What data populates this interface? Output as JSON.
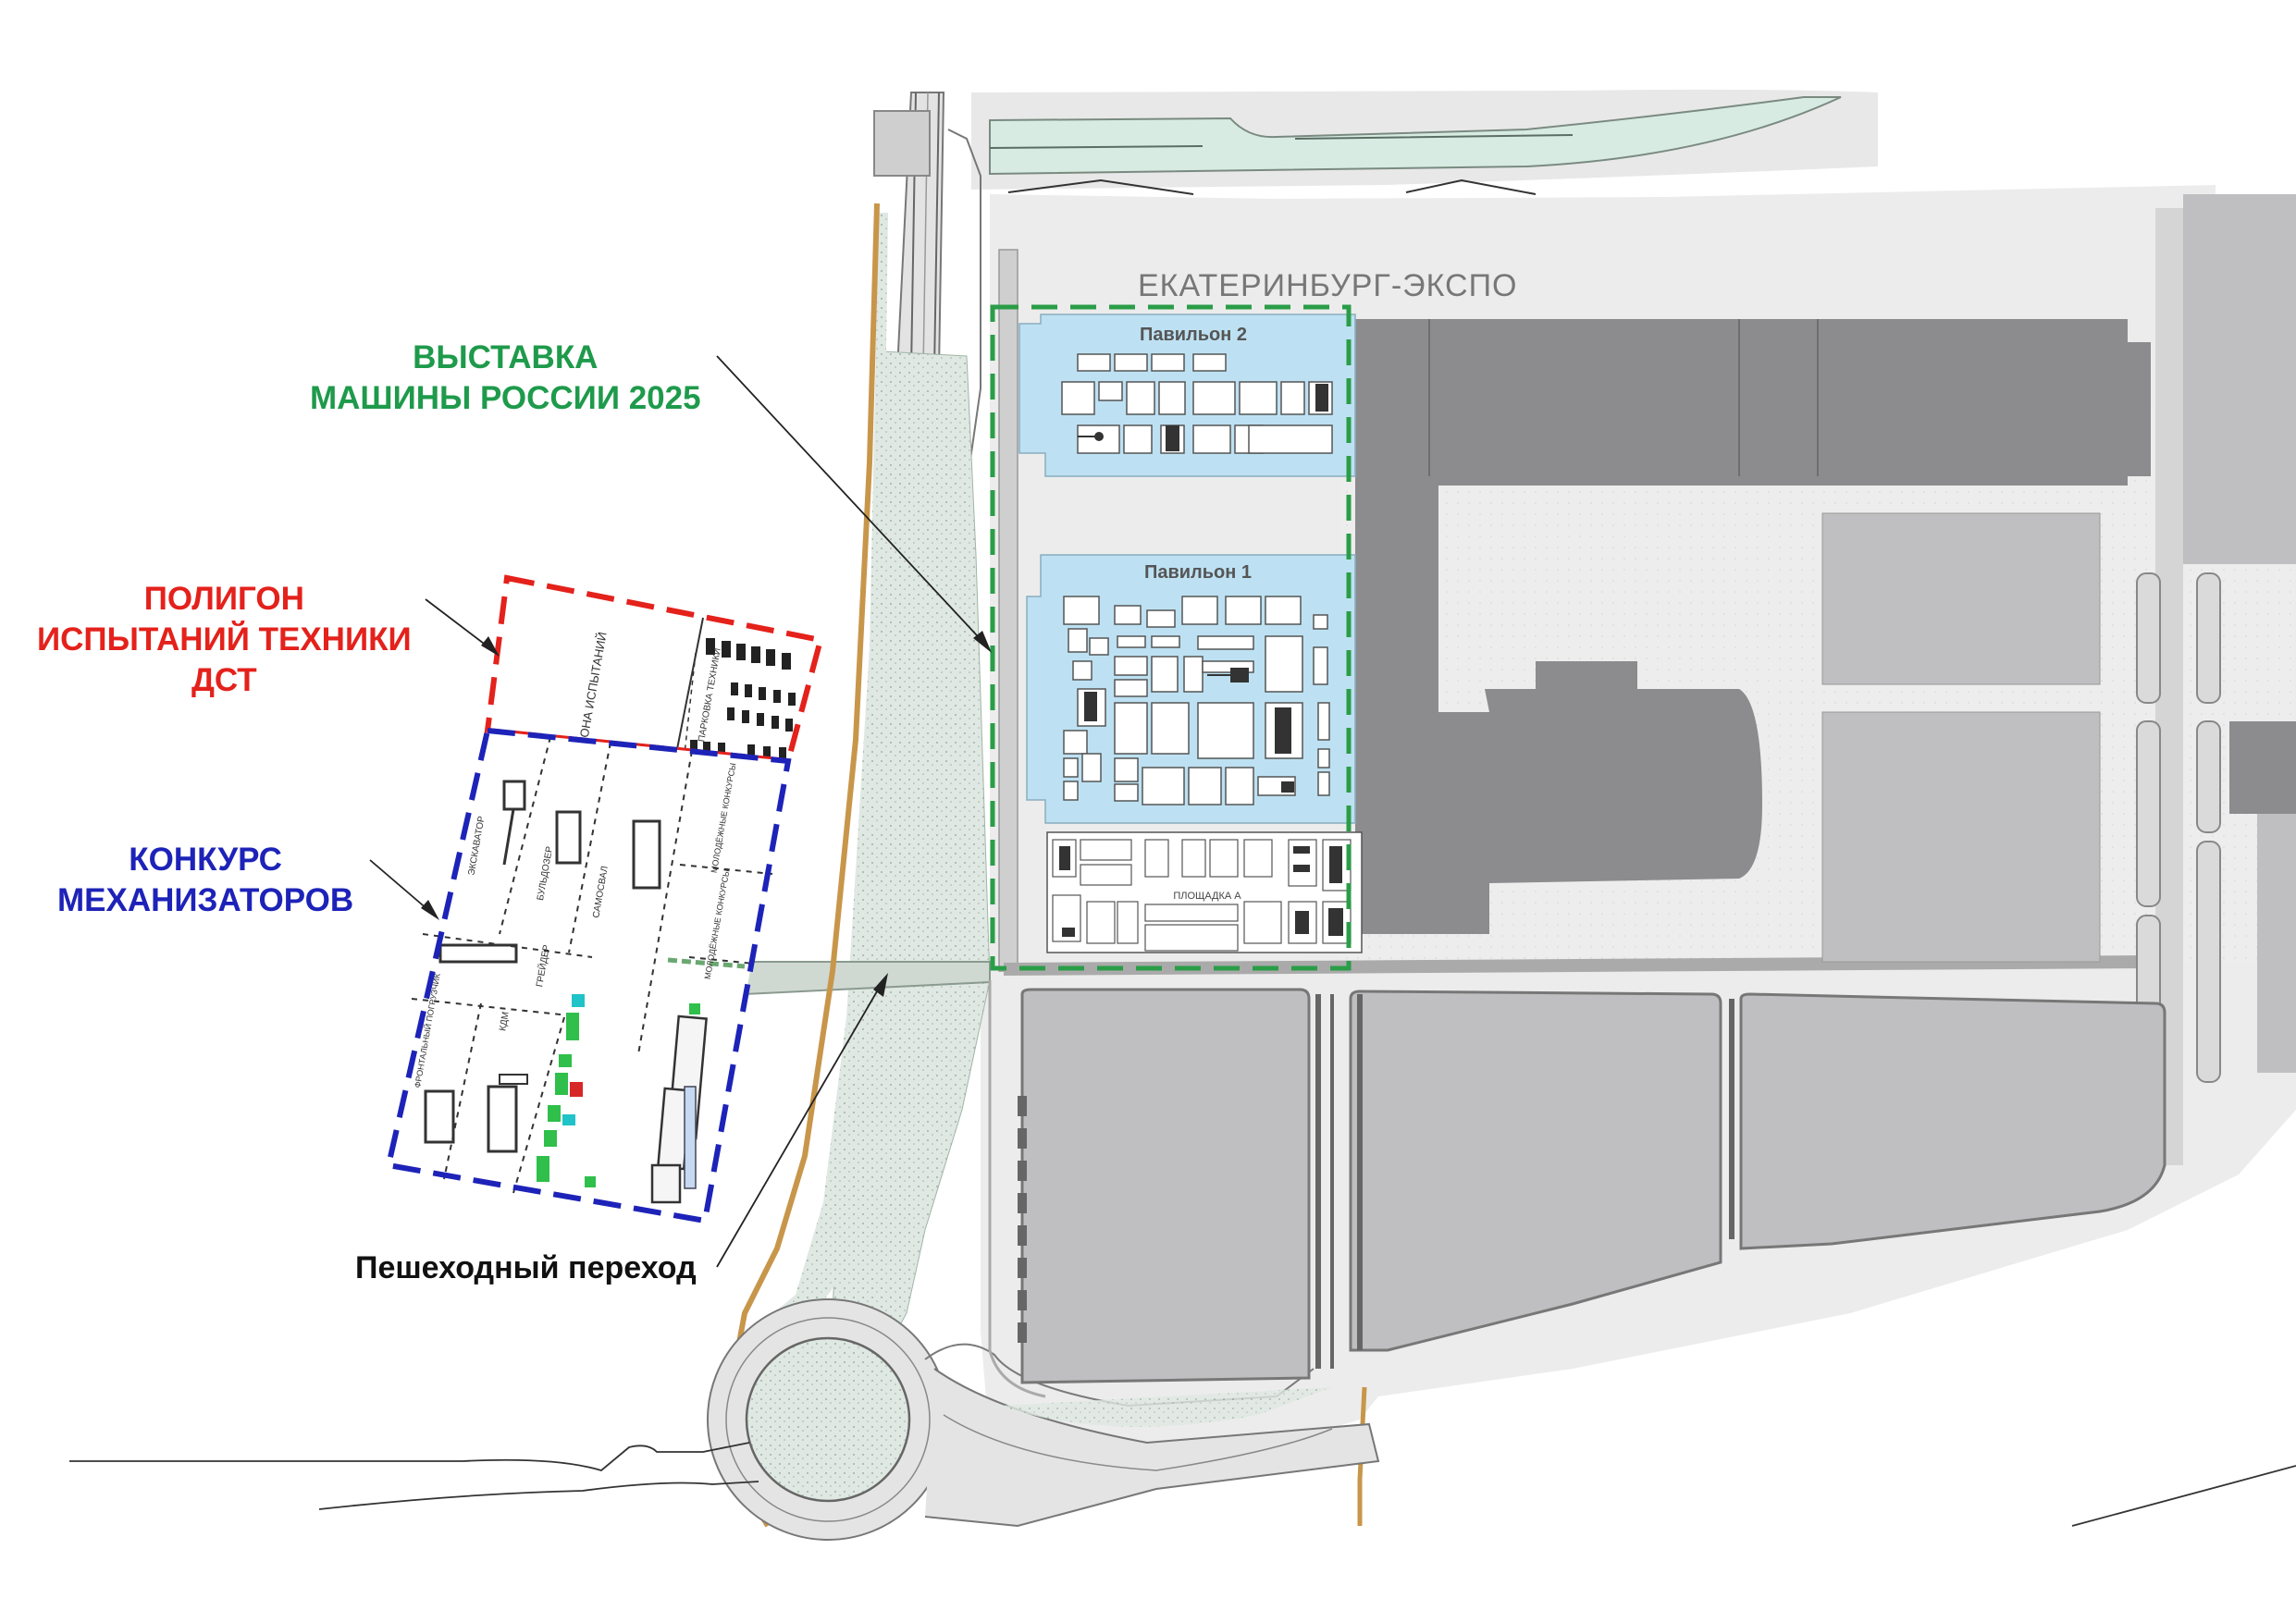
{
  "labels": {
    "expo": "ЕКАТЕРИНБУРГ-ЭКСПО",
    "exhibition": [
      "ВЫСТАВКА",
      "МАШИНЫ РОССИИ 2025"
    ],
    "polygon": [
      "ПОЛИГОН",
      "ИСПЫТАНИЙ ТЕХНИКИ",
      "ДСТ"
    ],
    "contest": [
      "КОНКУРС",
      "МЕХАНИЗАТОРОВ"
    ],
    "crossing": "Пешеходный переход",
    "pavilion2": "Павильон 2",
    "pavilion1": "Павильон 1",
    "site_a": "ПЛОЩАДКА А"
  },
  "site_labels": {
    "test_zone": "ЗОНА ИСПЫТАНИЙ",
    "parking": "ПАРКОВКА ТЕХНИКИ",
    "excavator": "ЭКСКАВАТОР",
    "bulldozer": "БУЛЬДОЗЕР",
    "dump_truck": "САМОСВАЛ",
    "youth_contests_1": "МОЛОДЁЖНЫЕ КОНКУРСЫ",
    "youth_contests_2": "МОЛОДЁЖНЫЕ КОНКУРСЫ",
    "grader": "ГРЕЙДЕР",
    "front_loader": "ФРОНТАЛЬНЫЙ ПОГРУЗЧИК",
    "kdm": "КДМ"
  },
  "colors": {
    "green_label": "#1e9a4b",
    "green_border": "#2a9d47",
    "red": "#e4211b",
    "blue": "#1d23b8",
    "pavilion": "#bde1f2",
    "dark_building": "#8c8c8e",
    "mid_building": "#bfbfc1",
    "ground": "#ececec",
    "water": "#d7ebe2",
    "orange_edge": "#c8964a"
  }
}
